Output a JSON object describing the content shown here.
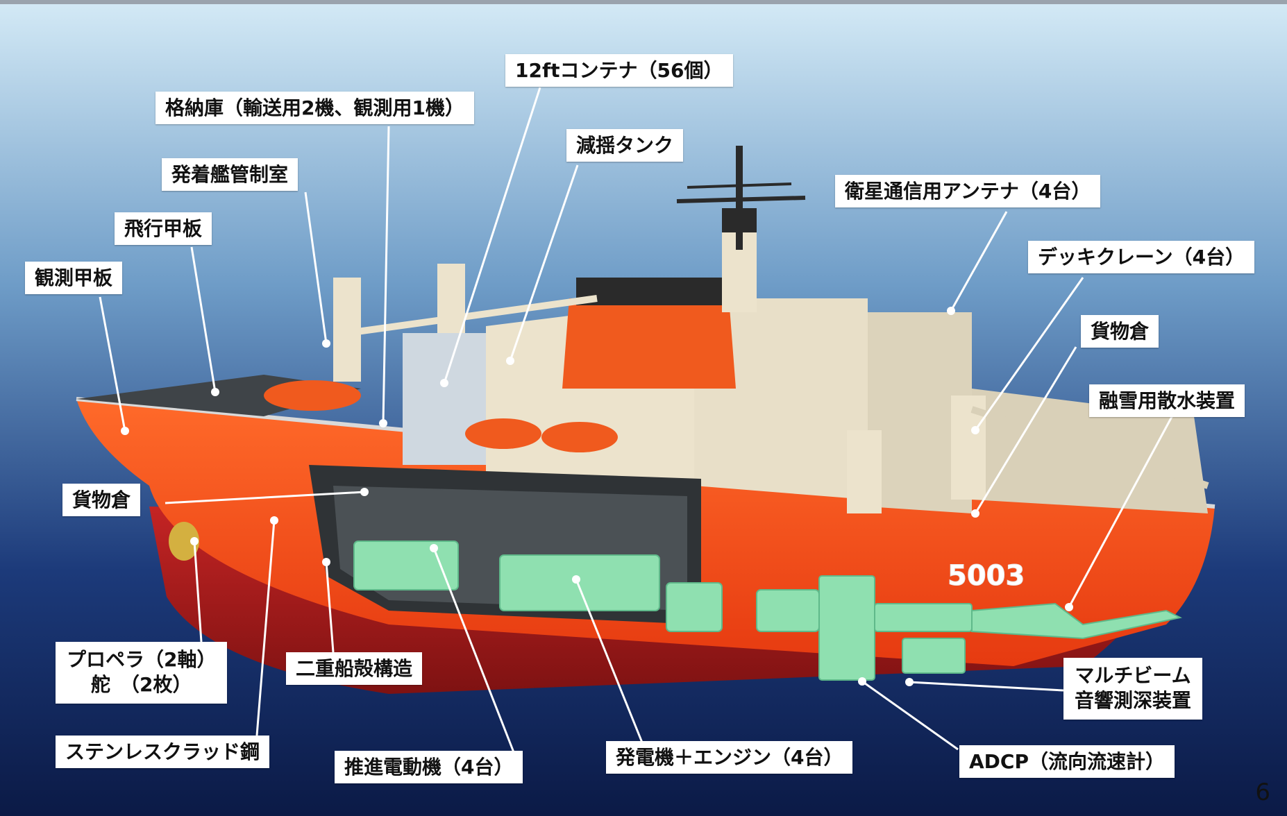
{
  "labels": {
    "container": "12ftコンテナ（56個）",
    "hangar": "格納庫（輸送用2機、観測用1機）",
    "anti_roll_tank": "減揺タンク",
    "flight_control_room": "発着艦管制室",
    "satellite_antenna": "衛星通信用アンテナ（4台）",
    "flight_deck": "飛行甲板",
    "deck_crane": "デッキクレーン（4台）",
    "observation_deck": "観測甲板",
    "cargo_hold_fwd": "貨物倉",
    "snow_melting": "融雪用散水装置",
    "cargo_hold_aft": "貨物倉",
    "propeller_line1": "プロペラ（2軸）",
    "propeller_line2": "舵　（2枚）",
    "double_hull": "二重船殻構造",
    "multibeam_line1": "マルチビーム",
    "multibeam_line2": "音響測深装置",
    "stainless": "ステンレスクラッド鋼",
    "propulsion_motor": "推進電動機（4台）",
    "generator": "発電機＋エンジン（4台）",
    "adcp": "ADCP（流向流速計）"
  },
  "hull_number": "5003",
  "page_number": "6",
  "colors": {
    "hull_orange": "#f04a16",
    "hull_red": "#b41d1d",
    "superstructure": "#ece3cc",
    "machinery": "#8fe0b0",
    "background_top": "#cfe6f4",
    "background_bottom": "#0b1a46"
  }
}
